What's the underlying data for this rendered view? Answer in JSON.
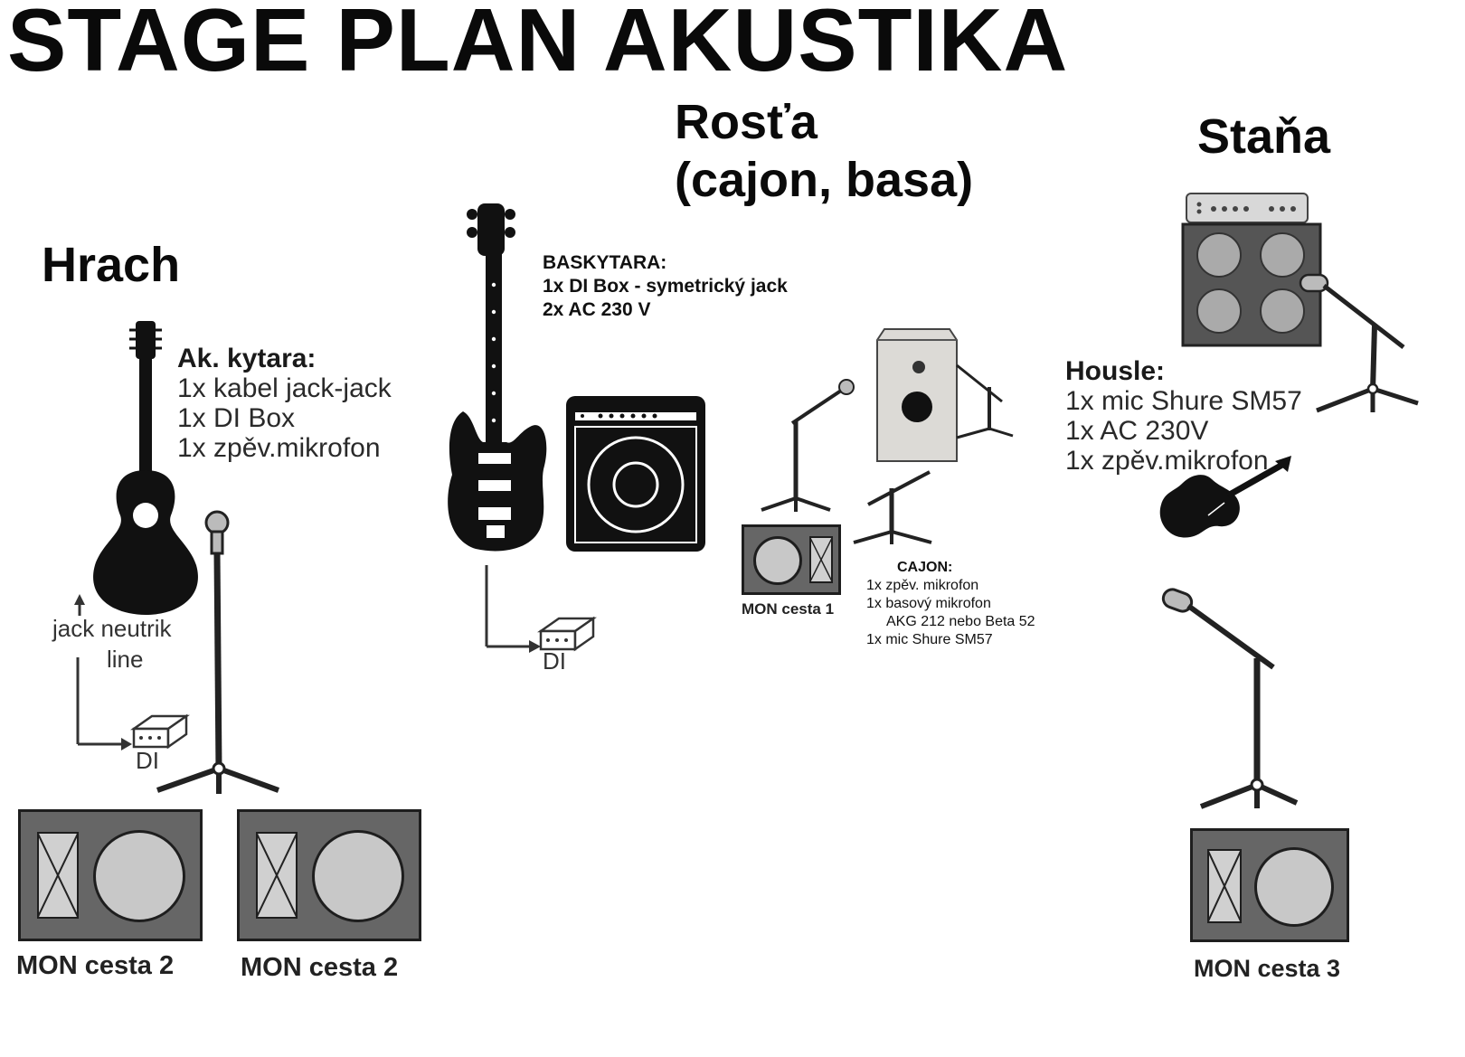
{
  "title": "STAGE PLAN AKUSTIKA",
  "performers": {
    "hrach": "Hrach",
    "rosta_line1": "Rosťa",
    "rosta_line2": "(cajon, basa)",
    "stana": "Staňa"
  },
  "guitar_info": {
    "heading": "Ak. kytara:",
    "lines": [
      "1x kabel jack-jack",
      "1x DI Box",
      "1x zpěv.mikrofon"
    ]
  },
  "bass_info": {
    "heading": "BASKYTARA:",
    "lines": [
      "1x DI Box - symetrický jack",
      "2x AC 230 V"
    ]
  },
  "violin_info": {
    "heading": "Housle:",
    "lines": [
      "1x mic Shure SM57",
      "1x AC 230V",
      "1x zpěv.mikrofon"
    ]
  },
  "cajon_info": {
    "heading": "CAJON:",
    "lines": [
      "1x zpěv. mikrofon",
      "1x basový mikrofon",
      "AKG 212 nebo Beta 52",
      "1x mic Shure SM57"
    ]
  },
  "jack_label": {
    "line1": "jack neutrik",
    "line2": "line"
  },
  "di_label": "DI",
  "monitors": {
    "mon1": "MON cesta 1",
    "mon2a": "MON cesta 2",
    "mon2b": "MON cesta 2",
    "mon3": "MON cesta 3"
  },
  "colors": {
    "monitor_body": "#666666",
    "speaker_cone": "#c8c8c8",
    "instrument": "#111111"
  }
}
